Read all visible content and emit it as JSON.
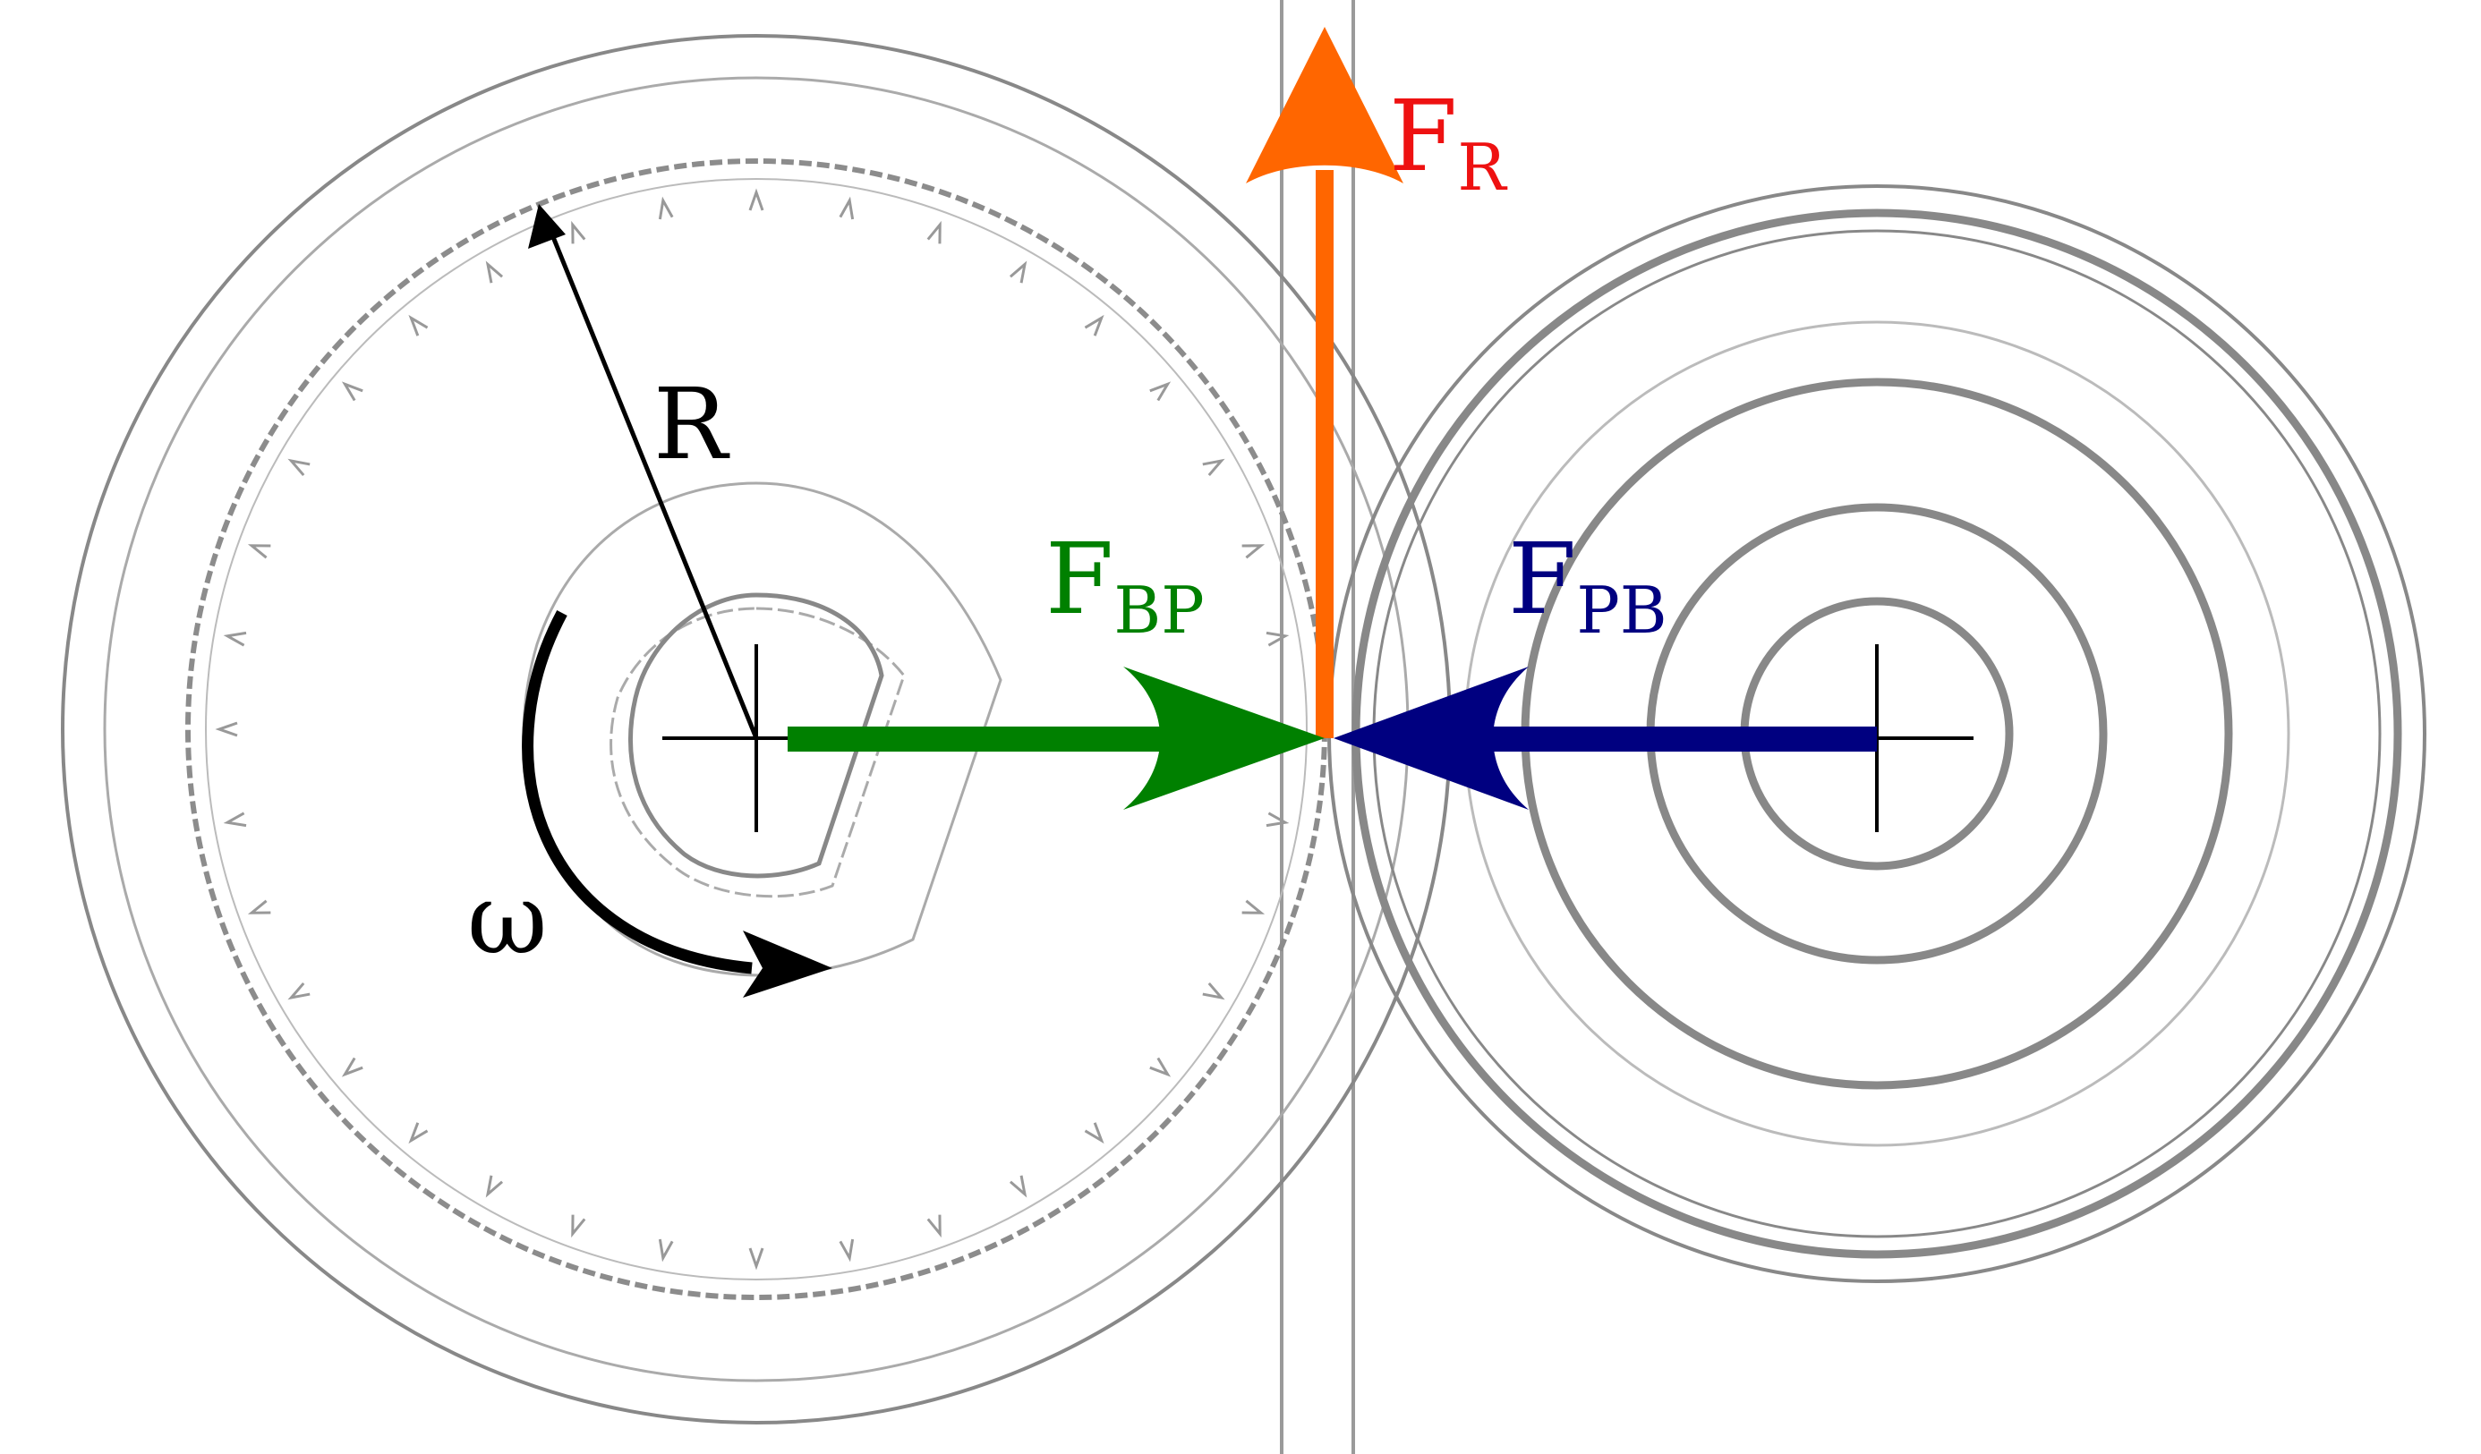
{
  "labels": {
    "radius": "R",
    "omega": "ω",
    "f_r_main": "F",
    "f_r_sub": "R",
    "f_bp_main": "F",
    "f_bp_sub": "BP",
    "f_pb_main": "F",
    "f_pb_sub": "PB"
  },
  "colors": {
    "f_r": "#ff6600",
    "f_r_label": "#ee1111",
    "f_bp": "#008000",
    "f_pb": "#000080",
    "outline": "#888888",
    "ink": "#000000"
  }
}
